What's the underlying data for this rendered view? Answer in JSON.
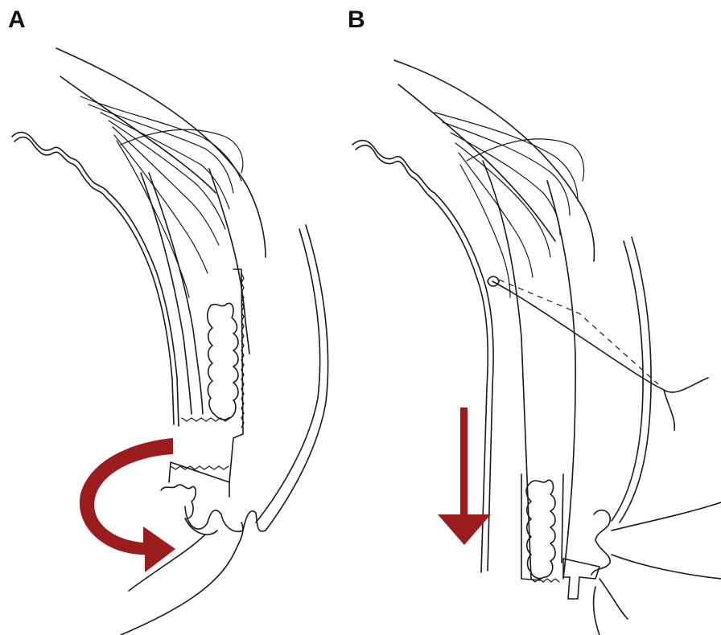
{
  "panels": [
    {
      "label": "A"
    },
    {
      "label": "B"
    }
  ],
  "colors": {
    "line": "#1a1a1a",
    "arrow": "#9b1c1c",
    "background": "#ffffff"
  },
  "icons": {
    "panel_a_arrow": "curved-rotation-arrow",
    "panel_b_arrow": "down-arrow"
  }
}
